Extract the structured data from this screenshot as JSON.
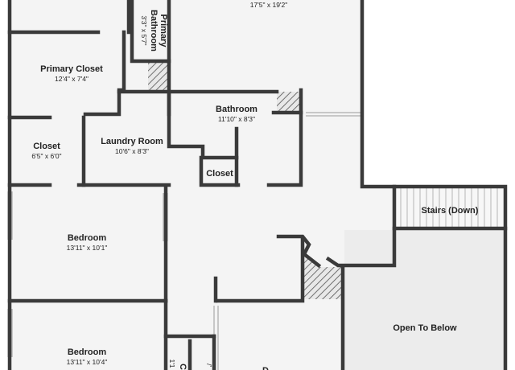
{
  "colors": {
    "wall": "#3a3a3a",
    "floor": "#f4f4f4",
    "open_area": "#ececec",
    "hatch": "#555555",
    "text": "#222222"
  },
  "rooms": {
    "top_room": {
      "dims": "17'5\" x 19'2\""
    },
    "primary_bathroom": {
      "name": "Primary\nBathroom",
      "dims": "3'3\" x 5'7\""
    },
    "primary_closet": {
      "name": "Primary Closet",
      "dims": "12'4\" x 7'4\""
    },
    "bathroom": {
      "name": "Bathroom",
      "dims": "11'10\" x 8'3\""
    },
    "closet_left": {
      "name": "Closet",
      "dims": "6'5\" x 6'0\""
    },
    "laundry_room": {
      "name": "Laundry Room",
      "dims": "10'6\" x 8'3\""
    },
    "closet_small": {
      "name": "Closet"
    },
    "stairs": {
      "name": "Stairs (Down)"
    },
    "bedroom_1": {
      "name": "Bedroom",
      "dims": "13'11\" x 10'1\""
    },
    "bedroom_2": {
      "name": "Bedroom",
      "dims": "13'11\" x 10'4\""
    },
    "open_to_below": {
      "name": "Open To Below"
    },
    "partial_rotated_1": {
      "name": "1'1"
    },
    "partial_rotated_2": {
      "name": "C"
    },
    "partial_rotated_3": {
      "name": "/'"
    },
    "partial_bottom": {
      "name": "D"
    }
  }
}
